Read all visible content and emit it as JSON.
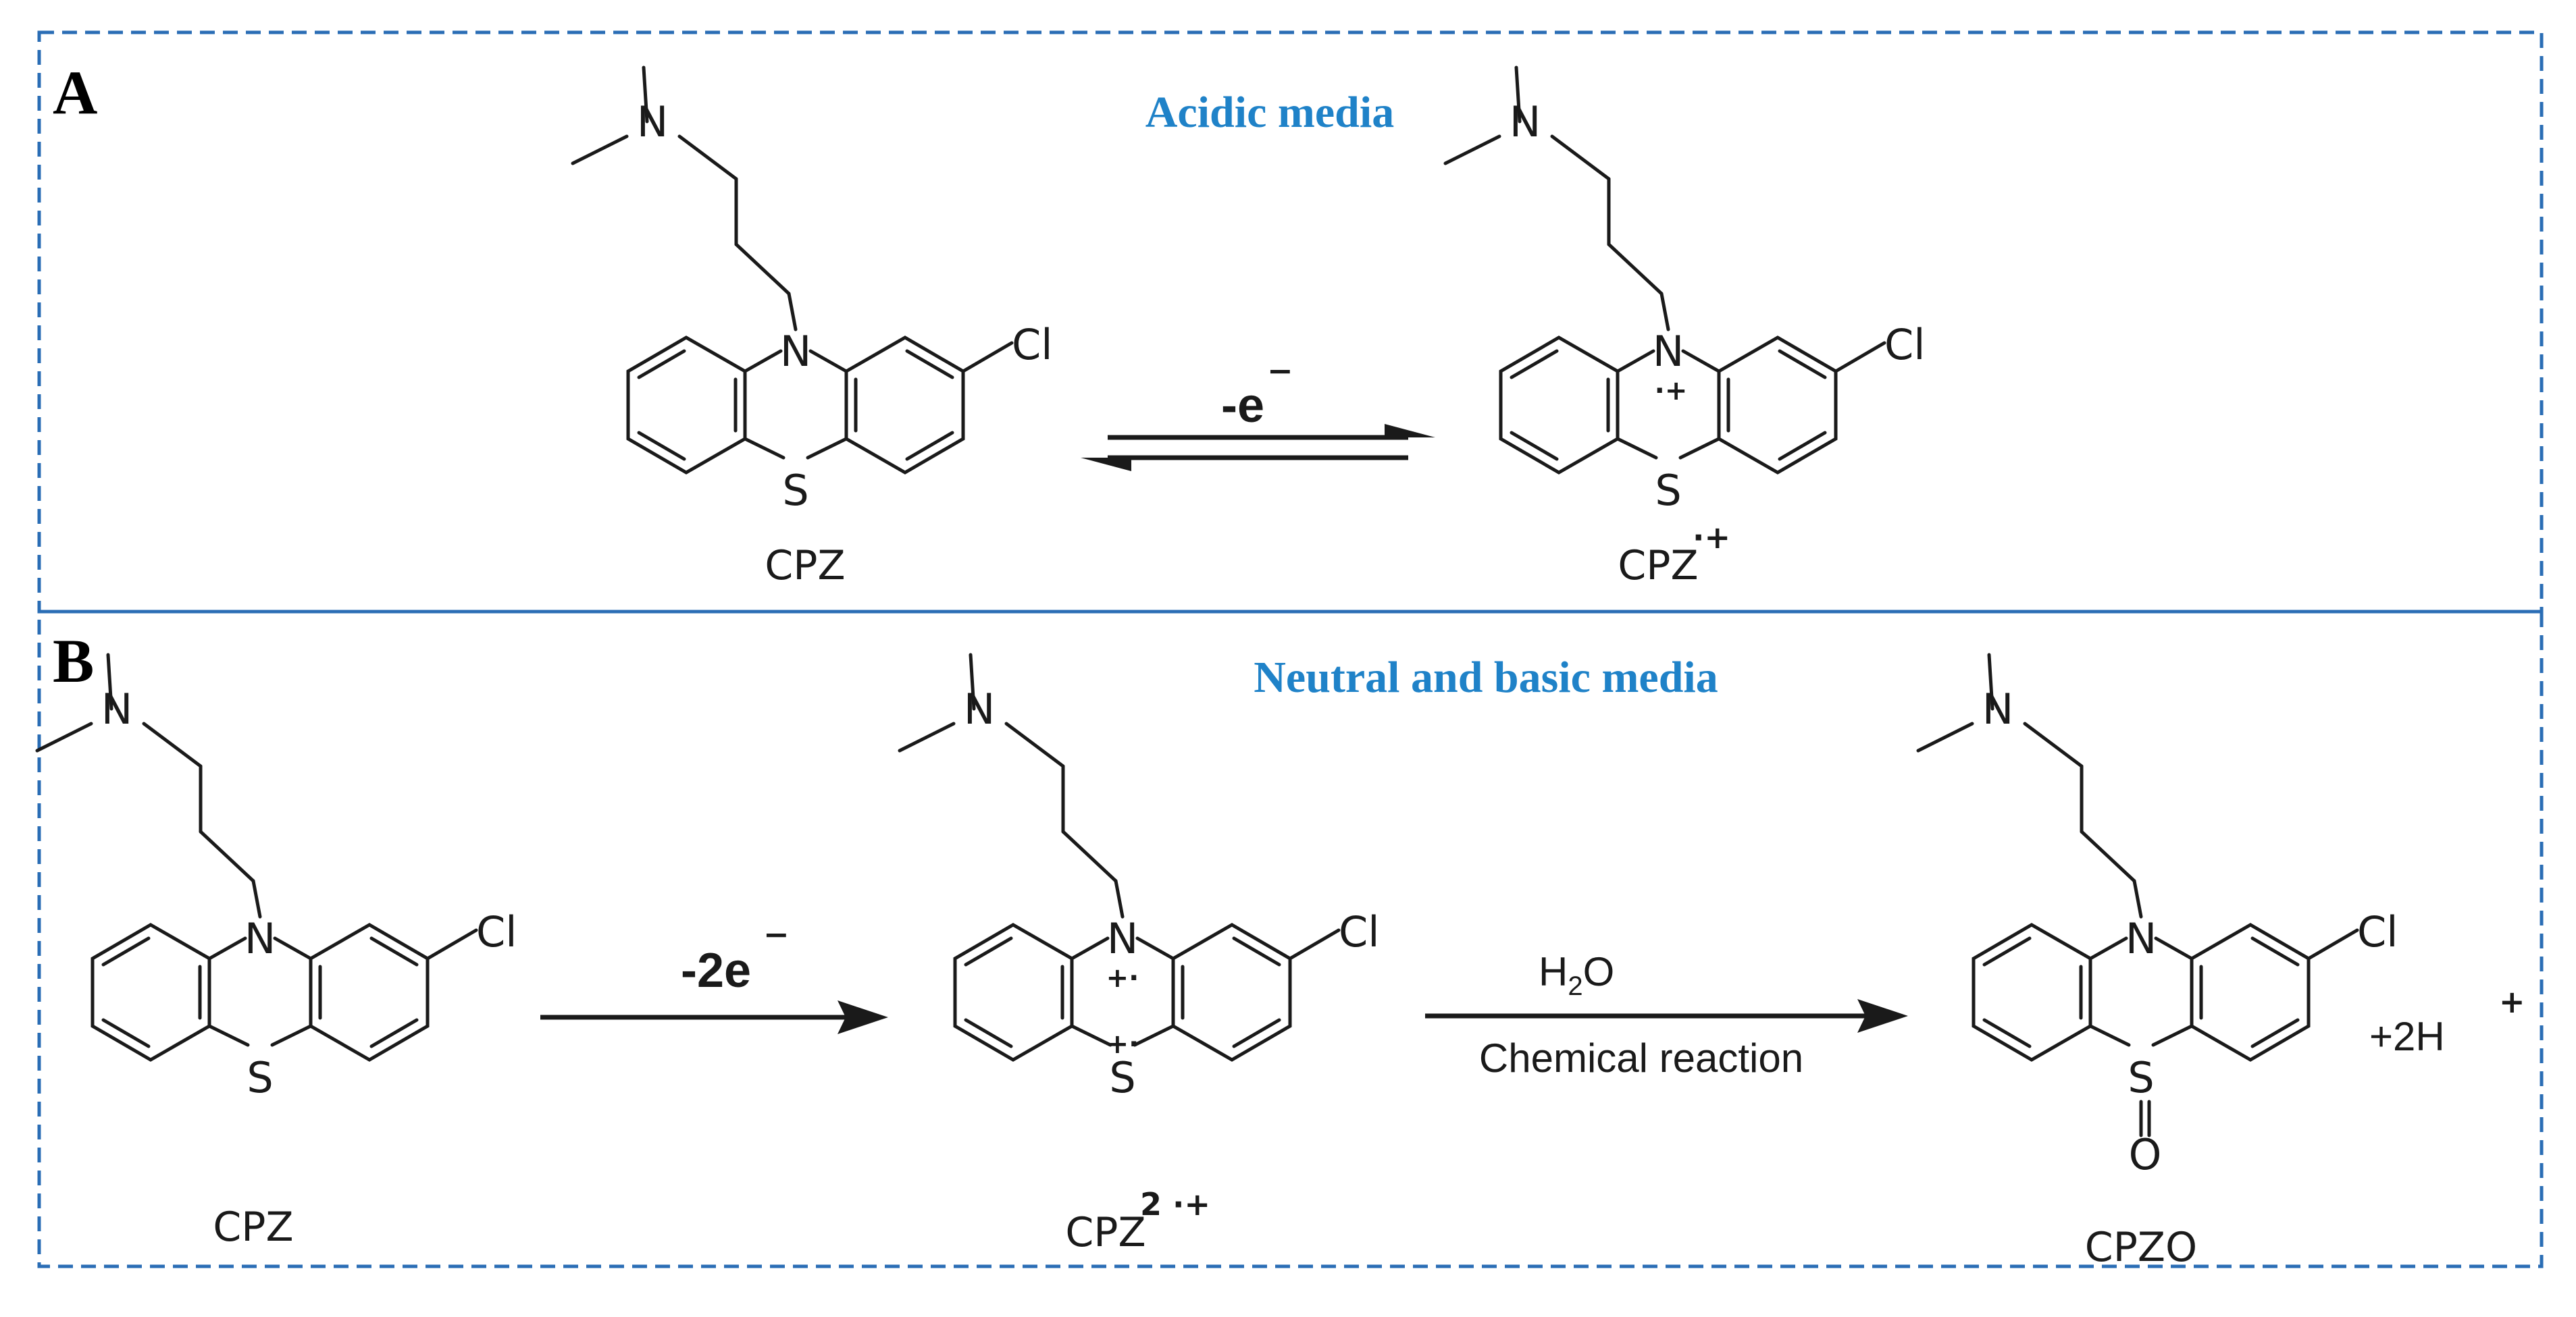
{
  "colors": {
    "frame": "#2a6db5",
    "media_text": "#1f82c8",
    "ink": "#1a1a1a"
  },
  "panel_a": {
    "letter": "A",
    "media_label": "Acidic media",
    "reactant_label": "CPZ",
    "product_label": "CPZ",
    "product_charge": "·+",
    "arrow_label": "-e",
    "arrow_label_sup": "−",
    "n_charge": "·+"
  },
  "panel_b": {
    "letter": "B",
    "media_label": "Neutral and basic media",
    "reactant_label": "CPZ",
    "intermediate_label": "CPZ",
    "intermediate_charge": "2 ·+",
    "product_label": "CPZO",
    "arrow1_label": "-2e",
    "arrow1_sup": "−",
    "arrow2_top_prefix": "H",
    "arrow2_top_sub": "2",
    "arrow2_top_suffix": "O",
    "arrow2_bottom": "Chemical reaction",
    "byproduct": "+2H",
    "byproduct_sup": "+",
    "n_charge": "+·",
    "s_charge": "+·",
    "oxo_atom": "O"
  },
  "atoms": {
    "n": "N",
    "s": "S",
    "cl": "Cl"
  }
}
